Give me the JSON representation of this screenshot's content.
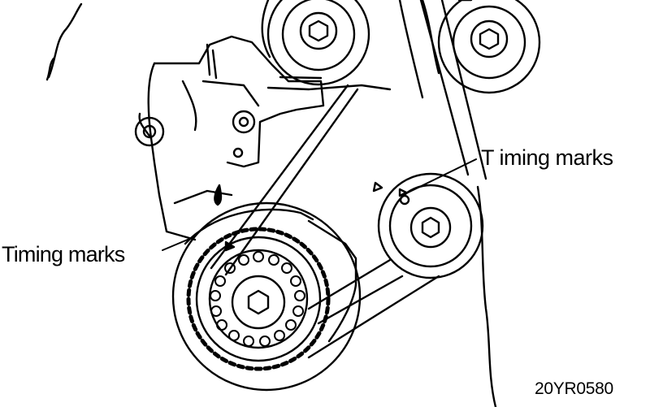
{
  "labels": {
    "timing_marks_right": "T iming marks",
    "timing_marks_left": "Timing marks",
    "figure_code": "20YR0580"
  },
  "colors": {
    "ink": "#000000",
    "paper": "#ffffff"
  }
}
